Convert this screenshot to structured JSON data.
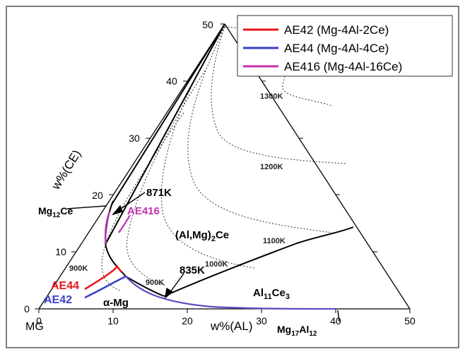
{
  "legend": [
    {
      "label": "AE42 (Mg-4Al-2Ce)",
      "color": "#e8141a"
    },
    {
      "label": "AE44 (Mg-4Al-4Ce)",
      "color": "#3a3ec8"
    },
    {
      "label": "AE416 (Mg-4Al-16Ce)",
      "color": "#c030b0"
    }
  ],
  "axes": {
    "left_label": "w%(CE)",
    "bottom_label": "w%(AL)",
    "corner_label": "MG",
    "left_ticks": [
      "0",
      "10",
      "20",
      "30",
      "40",
      "50"
    ],
    "bottom_ticks": [
      "0",
      "10",
      "20",
      "30",
      "40",
      "50"
    ]
  },
  "isotherms": [
    "1300K",
    "1200K",
    "1100K",
    "1000K",
    "900K",
    "900K"
  ],
  "regions": [
    "(Al,Mg)2Ce",
    "Al11Ce3",
    "α-Mg"
  ],
  "phases": {
    "mg12ce": {
      "main": "Mg",
      "sub": "12",
      "tail": "Ce"
    },
    "mg17al12": {
      "main": "Mg",
      "sub1": "17",
      "mid": "Al",
      "sub2": "12"
    }
  },
  "annotations": [
    "871K",
    "835K"
  ],
  "alloy_labels": {
    "ae416": "AE416",
    "ae44": "AE44",
    "ae42": "AE42"
  },
  "colors": {
    "ae42": "#e8141a",
    "ae44": "#3a3ec8",
    "ae416": "#c030b0"
  }
}
